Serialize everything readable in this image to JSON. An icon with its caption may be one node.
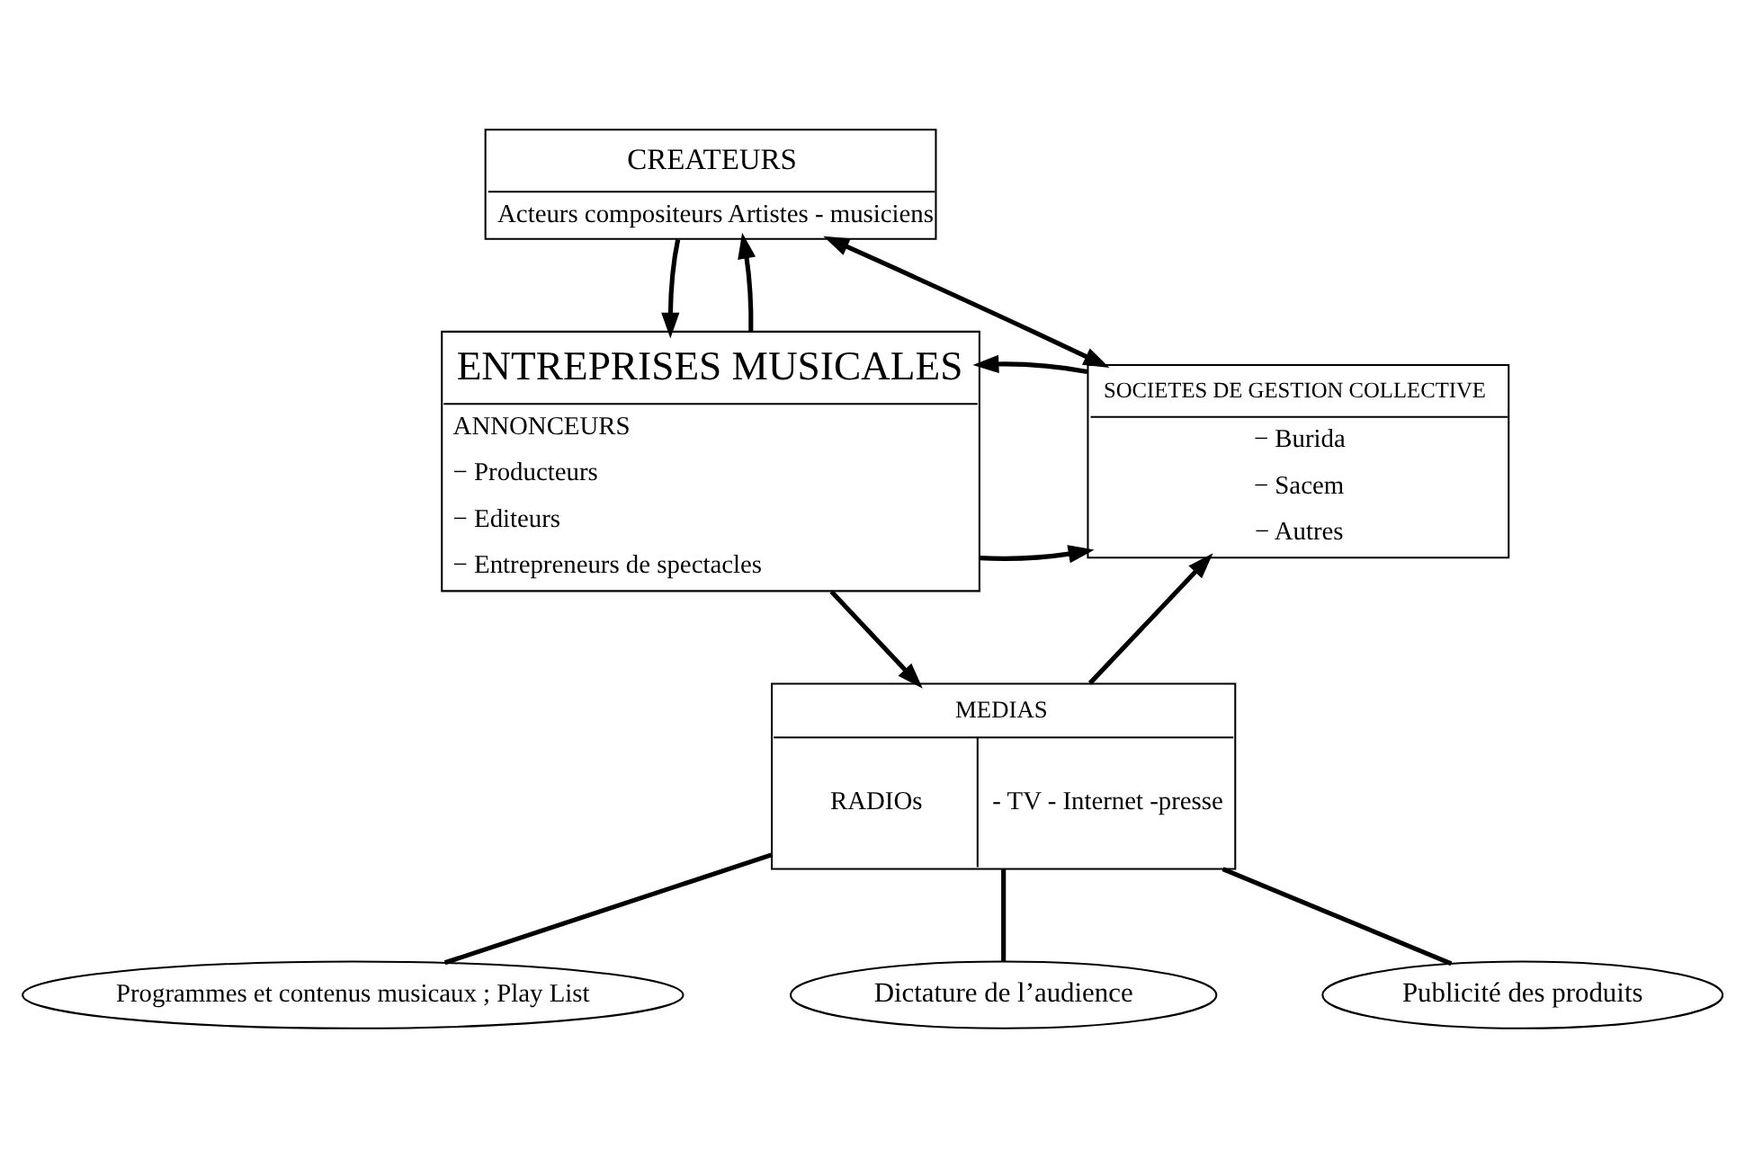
{
  "diagram": {
    "nodes": [
      {
        "text": [
          "CREATEURS",
          "Acteurs compositeurs Artistes - musiciens"
        ]
      },
      {
        "text": [
          "ENTREPRISES MUSICALES",
          "ANNONCEURS",
          "− Producteurs",
          "− Editeurs",
          "− Entrepreneurs de spectacles"
        ]
      },
      {
        "text": [
          "SOCIETES DE GESTION COLLECTIVE",
          "− Burida",
          "− Sacem",
          "− Autres"
        ]
      },
      {
        "text": [
          "MEDIAS",
          "RADIOs",
          "- TV - Internet -presse"
        ]
      },
      {
        "text": [
          "Programmes et contenus musicaux ; Play List"
        ]
      },
      {
        "text": [
          "Dictature de l’audience"
        ]
      },
      {
        "text": [
          "Publicité des produits"
        ]
      }
    ],
    "edges": [
      {
        "from": 0,
        "to": 1,
        "arrow": "to"
      },
      {
        "from": 1,
        "to": 0,
        "arrow": "to"
      },
      {
        "from": 0,
        "to": 2,
        "arrow": "both"
      },
      {
        "from": 1,
        "to": 2,
        "arrow": "to"
      },
      {
        "from": 2,
        "to": 1,
        "arrow": "to"
      },
      {
        "from": 1,
        "to": 3,
        "arrow": "to"
      },
      {
        "from": 3,
        "to": 2,
        "arrow": "to"
      },
      {
        "from": 3,
        "to": 4,
        "arrow": "none"
      },
      {
        "from": 3,
        "to": 5,
        "arrow": "none"
      },
      {
        "from": 3,
        "to": 6,
        "arrow": "none"
      }
    ]
  }
}
